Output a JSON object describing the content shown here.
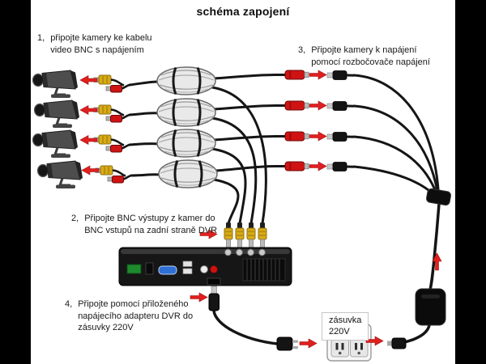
{
  "title": "schéma zapojení",
  "steps": [
    {
      "num": "1,",
      "lines": [
        "připojte kamery ke kabelu",
        "video BNC s napájením"
      ]
    },
    {
      "num": "2,",
      "lines": [
        "Připojte BNC výstupy z kamer do",
        "BNC vstupů na zadní straně DVR"
      ]
    },
    {
      "num": "3,",
      "lines": [
        "Připojte kamery k napájení",
        "pomocí rozbočovače napájení"
      ]
    },
    {
      "num": "4,",
      "lines": [
        "Připojte pomocí přiloženého",
        "napájecího adapteru DVR do",
        "zásuvky 220V"
      ]
    }
  ],
  "socket_label": {
    "lines": [
      "zásuvka",
      "220V"
    ]
  },
  "components": {
    "cameras": 4,
    "cable_coils": 4,
    "camera_connector_pairs": 4,
    "power_jacks": 4,
    "dc_plugs": 4,
    "bnc_dvr_plugs": 4,
    "dvr": "DVR rear panel",
    "power_splitter": "1-to-4 power splitter",
    "power_adapter": "DVR power adapter",
    "wall_socket": "220V wall socket"
  },
  "colors": {
    "background": "#ffffff",
    "letterbox": "#000000",
    "arrow_red": "#e01f1f",
    "bnc_yellow": "#d9ab15",
    "power_red": "#cf1313",
    "cable_black": "#151515"
  }
}
